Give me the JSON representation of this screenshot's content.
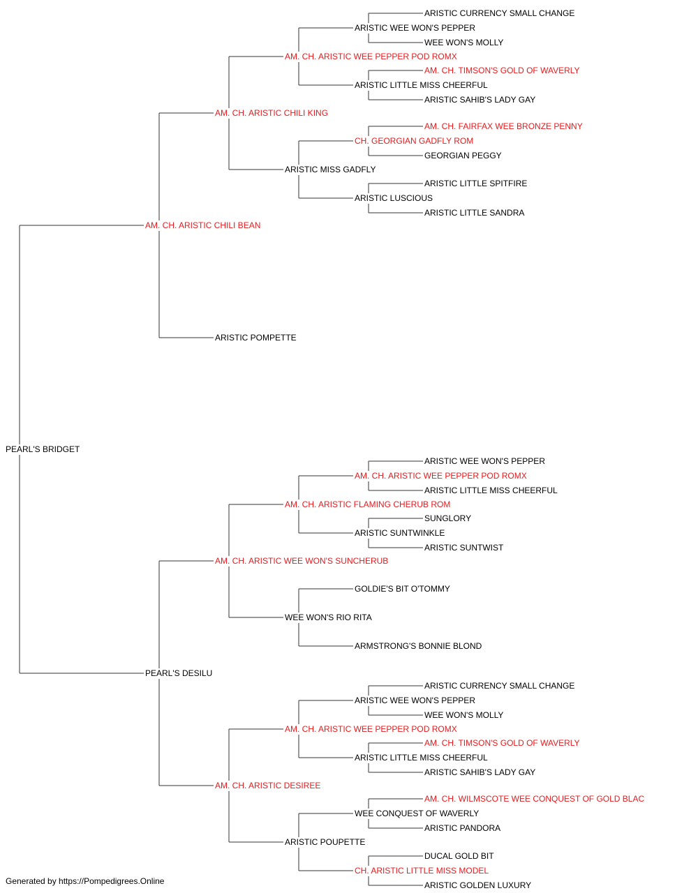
{
  "colors": {
    "champion": "#e8191c",
    "normal": "#000000",
    "line": "#333333"
  },
  "pedigree": {
    "name": "PEARL'S BRIDGET",
    "champion": false,
    "sire": {
      "name": "AM. CH. ARISTIC CHILI BEAN",
      "champion": true,
      "sire": {
        "name": "AM. CH. ARISTIC CHILI KING",
        "champion": true,
        "sire": {
          "name": "AM. CH. ARISTIC WEE PEPPER POD ROMX",
          "champion": true,
          "sire": {
            "name": "ARISTIC WEE WON'S PEPPER",
            "champion": false,
            "sire": {
              "name": "ARISTIC CURRENCY SMALL CHANGE",
              "champion": false
            },
            "dam": {
              "name": "WEE WON'S MOLLY",
              "champion": false
            }
          },
          "dam": {
            "name": "ARISTIC LITTLE MISS CHEERFUL",
            "champion": false,
            "sire": {
              "name": "AM. CH. TIMSON'S GOLD OF WAVERLY",
              "champion": true
            },
            "dam": {
              "name": "ARISTIC SAHIB'S LADY GAY",
              "champion": false
            }
          }
        },
        "dam": {
          "name": "ARISTIC MISS GADFLY",
          "champion": false,
          "sire": {
            "name": "CH. GEORGIAN GADFLY ROM",
            "champion": true,
            "sire": {
              "name": "AM. CH. FAIRFAX WEE BRONZE PENNY",
              "champion": true
            },
            "dam": {
              "name": "GEORGIAN PEGGY",
              "champion": false
            }
          },
          "dam": {
            "name": "ARISTIC LUSCIOUS",
            "champion": false,
            "sire": {
              "name": "ARISTIC LITTLE SPITFIRE",
              "champion": false
            },
            "dam": {
              "name": "ARISTIC LITTLE SANDRA",
              "champion": false
            }
          }
        }
      },
      "dam": {
        "name": "ARISTIC POMPETTE",
        "champion": false
      }
    },
    "dam": {
      "name": "PEARL'S DESILU",
      "champion": false,
      "sire": {
        "name": "AM. CH. ARISTIC WEE WON'S SUNCHERUB",
        "champion": true,
        "sire": {
          "name": "AM. CH. ARISTIC FLAMING CHERUB ROM",
          "champion": true,
          "sire": {
            "name": "AM. CH. ARISTIC WEE PEPPER POD ROMX",
            "champion": true,
            "sire": {
              "name": "ARISTIC WEE WON'S PEPPER",
              "champion": false
            },
            "dam": {
              "name": "ARISTIC LITTLE MISS CHEERFUL",
              "champion": false
            }
          },
          "dam": {
            "name": "ARISTIC SUNTWINKLE",
            "champion": false,
            "sire": {
              "name": "SUNGLORY",
              "champion": false
            },
            "dam": {
              "name": "ARISTIC SUNTWIST",
              "champion": false
            }
          }
        },
        "dam": {
          "name": "WEE WON'S RIO RITA",
          "champion": false,
          "sire": {
            "name": "GOLDIE'S BIT O'TOMMY",
            "champion": false
          },
          "dam": {
            "name": "ARMSTRONG'S BONNIE BLOND",
            "champion": false
          }
        }
      },
      "dam": {
        "name": "AM. CH. ARISTIC DESIREE",
        "champion": true,
        "sire": {
          "name": "AM. CH. ARISTIC WEE PEPPER POD ROMX",
          "champion": true,
          "sire": {
            "name": "ARISTIC WEE WON'S PEPPER",
            "champion": false,
            "sire": {
              "name": "ARISTIC CURRENCY SMALL CHANGE",
              "champion": false
            },
            "dam": {
              "name": "WEE WON'S MOLLY",
              "champion": false
            }
          },
          "dam": {
            "name": "ARISTIC LITTLE MISS CHEERFUL",
            "champion": false,
            "sire": {
              "name": "AM. CH. TIMSON'S GOLD OF WAVERLY",
              "champion": true
            },
            "dam": {
              "name": "ARISTIC SAHIB'S LADY GAY",
              "champion": false
            }
          }
        },
        "dam": {
          "name": "ARISTIC POUPETTE",
          "champion": false,
          "sire": {
            "name": "WEE CONQUEST OF WAVERLY",
            "champion": false,
            "sire": {
              "name": "AM. CH. WILMSCOTE WEE CONQUEST OF GOLD BLAC",
              "champion": true
            },
            "dam": {
              "name": "ARISTIC PANDORA",
              "champion": false
            }
          },
          "dam": {
            "name": "CH. ARISTIC LITTLE MISS MODEL",
            "champion": true,
            "sire": {
              "name": "DUCAL GOLD BIT",
              "champion": false
            },
            "dam": {
              "name": "ARISTIC GOLDEN LUXURY",
              "champion": false
            }
          }
        }
      }
    }
  },
  "footer": {
    "text": "Generated by https://Pompedigrees.Online"
  }
}
